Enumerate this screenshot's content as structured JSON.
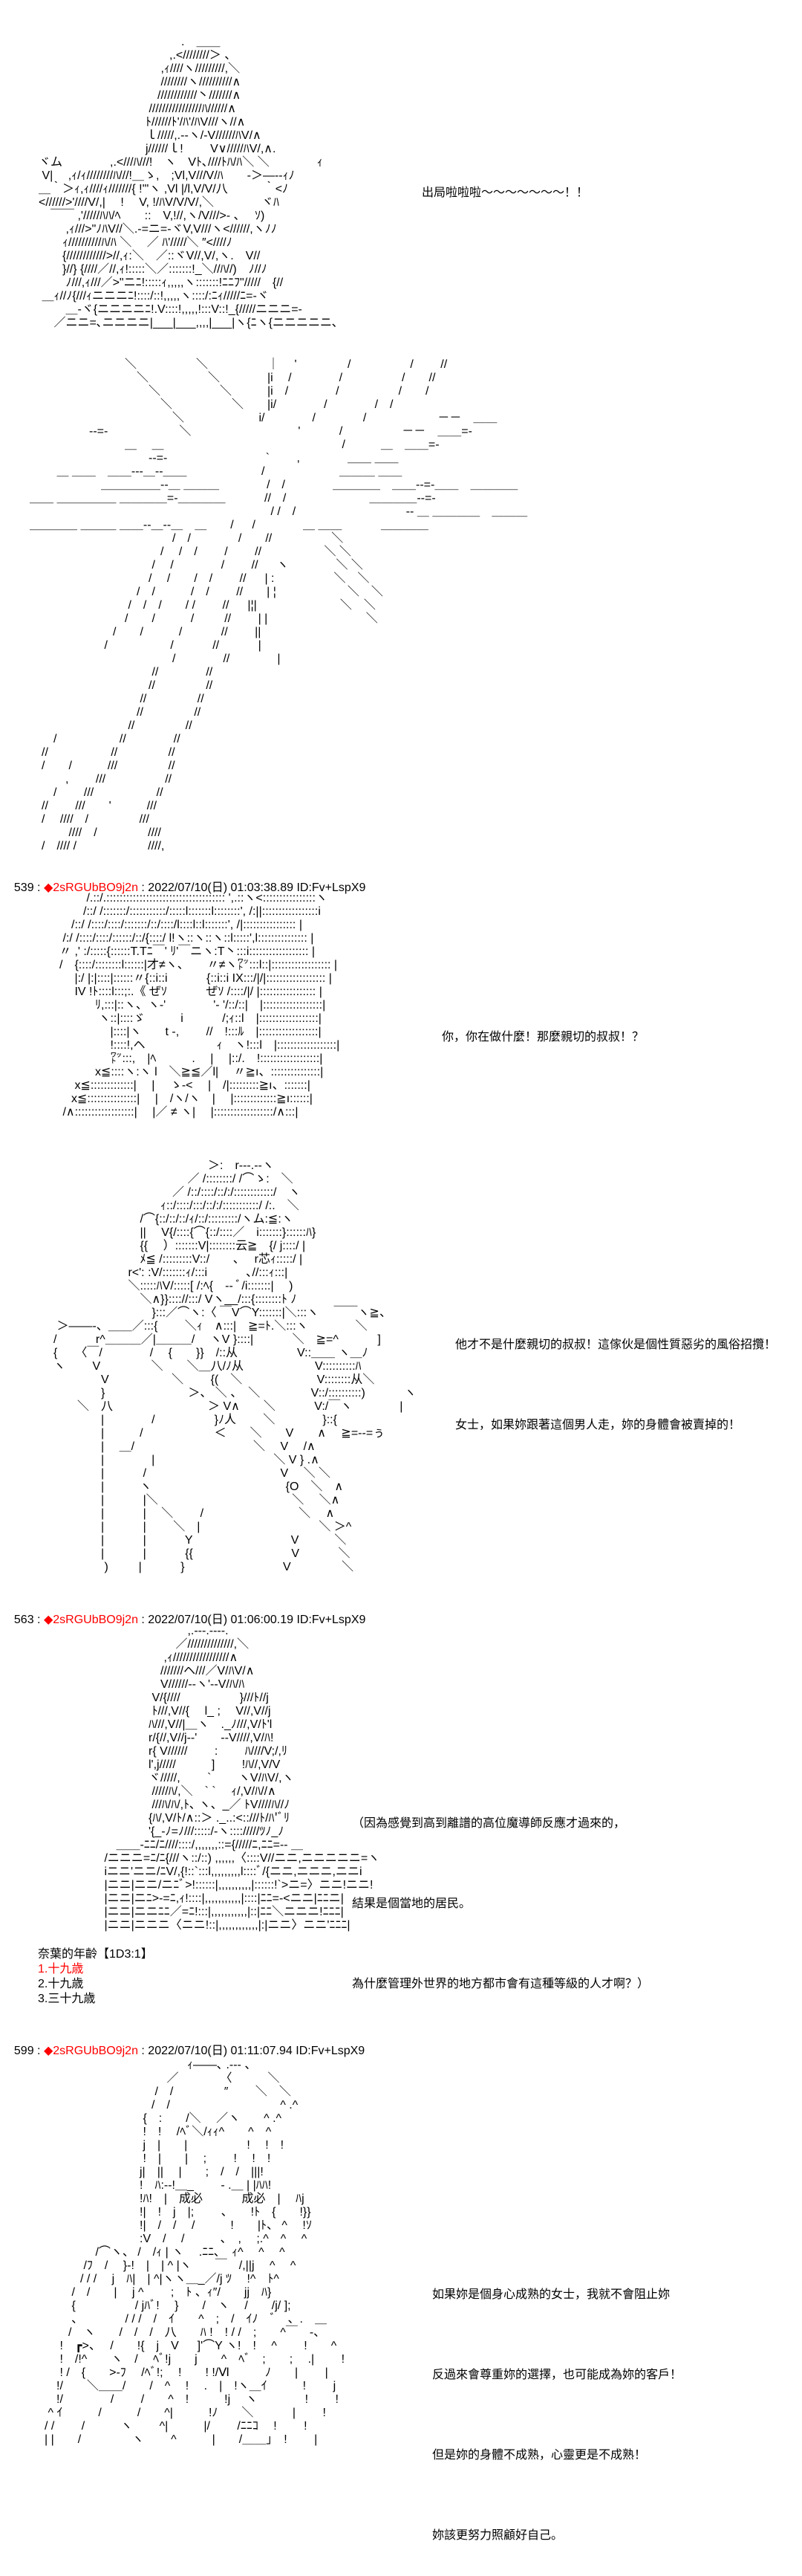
{
  "colors": {
    "trip": "#ff0000",
    "text": "#000000"
  },
  "posts": [
    {
      "number": "539",
      "sep": " : ",
      "trip": "◆2sRGUbBO9j2n",
      "meta": " : 2022/07/10(日) 01:03:38.89 ID:Fv+LspX9"
    },
    {
      "number": "563",
      "sep": " : ",
      "trip": "◆2sRGUbBO9j2n",
      "meta": " : 2022/07/10(日) 01:06:00.19 ID:Fv+LspX9"
    },
    {
      "number": "599",
      "sep": " : ",
      "trip": "◆2sRGUbBO9j2n",
      "meta": " : 2022/07/10(日) 01:11:07.94 ID:Fv+LspX9"
    }
  ],
  "dialogue": {
    "d1": "出局啦啦啦～～～～～～～！！",
    "d2": "你，你在做什麼！那麼親切的叔叔！？",
    "d3": [
      "他才不是什麼親切的叔叔！這傢伙是個性質惡劣的風俗招攬！",
      "女士，如果妳跟著這個男人走，妳的身體會被賣掉的！"
    ],
    "d4": [
      "（因為感覺到高到離譜的高位魔導師反應才過來的，",
      "結果是個當地的居民。",
      "為什麼管理外世界的地方都市會有這種等級的人才啊？）"
    ],
    "d5": [
      "如果妳是個身心成熟的女士，我就不會阻止妳",
      "反過來會尊重妳的選擇，也可能成為妳的客戶！",
      "但是妳的身體不成熟，心靈更是不成熟！",
      "妳該更努力照顧好自己。"
    ]
  },
  "dice": {
    "title": "奈葉的年齡【1D3:1】",
    "options": [
      "1.十九歳",
      "2.十九歳",
      "3.三十九歳"
    ],
    "selected_index": 0
  },
  "art": {
    "aa1": [
      "　　　　　　　　　　　　.　＿＿",
      "　　　　　　　　　　　,.<////////＞ 、",
      "　　　　　　　　　　 ,ｨ////ヽ/////////,＼",
      "　　　　　　　　　　 ////////ヽ//////////∧",
      "　　　　　　　　　　////////////丶///////∧",
      "　　　　　　　　　 ////////////////ﾊ//////∧",
      "　　　　　　　　　ﾄ//////ﾄ'/ﾊ'/ﾊV///ヽ//∧",
      "　　　　　　　　　ｌ/////,.-‐ヽ/‐V//////ﾊV/∧",
      "　　　　　　　　　j//////ｌ!　　 V∨/////ﾊV/,∧.",
      "ヾム　　　　,.<///ﾊ///!　ヽ　Vﾄ､////ﾄﾊ/ﾊ＼ ＼　　　　ｨ",
      " V|　 ,ｨ/ｨ////////ﾊ///!＿ゝ,　;Vl,V///V/ﾊ　　‐＞―‐-ｨﾉ",
      "＿｀＞ｨ,ｨ////ｨ///////{ !'\"ヽ ,Vl |/l,V/V/八　　　｀<ﾉ",
      "<//////>'////V/,|　 ! 　V, !/ﾊV/V/V/,＼　　　　ヾﾊ",
      "　￣￣ ,'/////ﾊﾊ/ﾍ　　::　V,!//,ヽ/V///>‐ 、　 ｿ)",
      "　　 ,ｨ///>\"ﾉﾊV//＼.‐=ニ=‐ヾV,V///ヽ<//////,ヽﾉﾉ",
      "　　ｨ//////////ﾊ/ﾊ ＼　 ／ ﾊ'/////＼ ″<////ﾉ",
      "　　{////////////>//,ｨ:＼　／::ヾV//,V/,ヽ.　V//",
      "　　}//} {////／//,ｨ!:::::＼／:::::::!_＼//ﾊ//)　ﾉ//ﾉ",
      "　　 ﾉ///,ｨ///／>\"ニﾆ!:::::ｨ,,,,,ヽ:::::::!ﾆﾆﾌ\"/////　{//",
      " ＿ｨ//ﾉ{///ｨニニニﾆ!::::/::!,,,,,ヽ::::/:ﾆｨ/////ﾆ=‐ヾ",
      "　　 ＿‐ヾ{ニニニニﾆ!.V::::!,,,,,!:::V::!_{/////ニニニ=-",
      "　 ／ニニ=､ニニニニ|___|___,,,,|___|ヽ{ﾆヽ{ニニニニニ､"
    ],
    "aa2": [
      "　　　　　　　　＼　　　　　＼　　　　　｜　 '　　　　 /　　　　　/　　 //",
      "　　　　　　　　　＼　　　　　＼　　　　|i　 /　　　　/　　　　　/　　//",
      "　　　　　　　　　　＼　　　　　＼　　　|i　/　　　　/　　　　　/　　/",
      "　　　　　　　　　　　＼　　　　　＼　　|i/　　　　/　　　　/　/",
      "　　　　　　　　　　　　＼　　　　　　 i/　　　　/　　　　/　　　　　　－－　＿＿",
      "　　　　　--=-　　　　　　＼　　　　　　　　　' 　　　/　　　　　－－　＿＿=-",
      "　　　　　　　　＿　 ＿　　　　　　　　　　　　　　　/　　　＿　＿＿=-",
      "　　　　　　　　　　--=-　　　　　　　　 ` 　　,　　　　＿＿ ＿＿",
      "　　 ＿ ＿＿　＿＿---＿--＿＿　　　　　　 /　　　　　　 ＿＿＿ ＿＿",
      "　　　　　　＿＿＿＿＿--＿ ＿＿＿　　　　/　/　　　　＿＿＿＿　＿＿--=-＿＿　＿＿＿＿",
      "＿＿ ＿＿＿＿＿ ＿＿＿＿=-＿＿＿＿　　　 //　/　　　　　　　＿＿＿＿--=-",
      "　　　　　　　　　　　　　　　　　　　　 / /　/　　　　　　　　　 -- ＿ ＿＿＿＿　＿＿＿",
      "＿＿＿＿ ＿＿＿ ＿＿--＿--＿　＿　　/ 　 /　　　　＿ ＿＿　　　 ＿＿＿＿",
      "　　　　　　　　　　　　/　/　　　　/　　//　　　　　＼",
      "　　　　　　　　　　　/　 /　/　　 /　　 //　　　　　 ＼ ＼",
      "　　　　　　　　　　 /　 /　　　　/　　 // 　 ヽ　　　　＼ ＼",
      "　　　　　　　　　　/ 　/　　/　/　　 // 　 | :　　　　　＼　＼",
      "　　　　　　　　　/　/　　　/　/　　 //　　| ¦　　　　　　＼　＼",
      "　　　　　　　　 /　/　/　　/ /　　 // 　 |¦|　　　　　　　＼　＼",
      "　　　　　　　　/　　/　　　/ 　　 //　　 | |　　　　　　　　 ＼",
      "　　　　　　　/　　/　　　/　　　 //　　 ||",
      "　　　　　　 /　　　　　 /　　　 //　　　 |",
      "　　　　　　　　　　　　/　　　　//　　　　|",
      "　　　　　　　　　　 //　　　　//",
      "　　　　　　　　　　//　　　　 //",
      "　　　　　　　　　 //　　　　 //",
      "　　　　　　　　　//　　　　 //",
      "　　　　　　　　 //　　　　 //",
      "　　/　　　　　 //　　　　//",
      "　//　　　　　 //　　　　 //",
      "　/　　/　　　///　　　　 //",
      "　　　,　　 ///　　　　　//",
      "　　/　　 ///　　　　　 //",
      "　//　　 ///　　'　　　///",
      "　/　 ////　/　　　　 ///",
      "　　　 ////　/　　　　 ////",
      "　/　//// /　　　　　　////,"
    ],
    "aa3": [
      "　　　　 /.::/.:::::::::::::::::::::::::::::::::::: ',.::ヽ<::::::::::::::::ヽ",
      "　　　　/::/ /:::::::/:::::::::::/:::::l:::::::l::::::::', /:||:::::::::::::::::i",
      "　　　/::/ /::::/::::/:::::::/::/::::/l::::l::l:::::::', /|:::::::::::::::: |",
      "　　 /:/ /::::/::::/::::::/::/{::::/ l!ヽ::ヽ::ヽ::l:::::',l::::::::::::::: |",
      "　　〃 ,' :/:::::{::::::T.Tﾆ￣' ﾘ'￣ニヽ:T丶:::i:::::::::::::::::: |",
      "　　/　{::::/::::::::l::::::|才≠ヽ、　　〃≠ヽ㍗:::l::|:::::::::::::::::: |",
      "　　　 |:/ |:|::::|::::::〃{::i::i　　　 {::i::i IX:::/|/|:::::::::::::::::: |",
      "　　　 IV !ﾄ::::l:::;:.《 ぜｿ　　　 ぜｿ /::::/|/ |::::::::::::::::: |",
      "　　　　　ﾘ,:::|::ヽ、ヽ‐'　　　　'‐ '/::/::|　|::::::::::::::::::|",
      "　　　　　 ヽ::|::::ゞ　　　i　　　 /;ｨ::l　|::::::::::::::::::|",
      "　　　　　　 |::::|ヽ　　t ‐,　　 //　!:::ﾙ　|::::::::::::::::::|",
      "　　　　　　 !::::!,ヘ　　　　　　ｨ　ヽ!:::l　|::::::::::::::::::|",
      "　　　　　　 ㍗:::,　|ﾍ　　　.　 |　 |::/.　!::::::::::::::::::|",
      "　　　　　x≦::::ヽ:ヽ l　＼≧≦／l|　 〃≧ı、:::::::::::::::|",
      "　　　 x≦:::::::::::::|　 |　 ゝ‐<　 |　/|:::::::::≧ı、:::::::|",
      "　　　x≦:::::::::::::::|　 |　/ヽ/ヽ　|　 |:::::::::::::≧ı::::::|",
      "　　 /∧::::::::::::::::::|　 |／ ≠ ヽ|　 |::::::::::::::::::/∧:::|"
    ],
    "aa4": [
      "　　　　　　　　　　　　　　　＞:　r‐‐‐.‐‐ヽ",
      "　　　　　　　　　　　　　 ／ /::::::::/ /⌒ゝ:　＼",
      "　　　　　　　　　　　　／ /::/::::/::/:/::::::::::::/　ヽ",
      "　　　　　　　　　　　ｨ::/::::/:::/::/:/:::::::::::/ /:.　＼",
      "　　　　　　　　　 /⌒{::/::/::/ｨ/::/:::::::::/ヽム:≦:ヽ",
      "　　　　　　　　　 ||　 V{/::::{⌒{::/::::／　i:::::::}::::::ﾊ}",
      "　　　　　　　　　 {{　 ）:::::::V|::::::::云≧　{/ j::::/ |",
      "　　　　　　　　　 ﾒ≦ /:::::::::V::/　　､　 r芯ｨ:::::/ |",
      "　　　　　　　　 r<': :V/:::::::ｨ/:::i　　　 ､//:::ｨ:::|",
      "　　　　　　　　 ＼:::::ﾊV/:::::[ /:ﾍ{　‐‐ ﾞ/i:::::::|　 )",
      "　　　　　　　　　 ＼∧}}:::://:::/ Vヽ__/:::{::::::::ﾄ ﾉ",
      "　　　　　　　　　　 }:::／⌒ヽ:〈 ￣V⌒Y:::::::|＼:::ヽ　 ￣￣ヽ≧、",
      "　　 ＞――‐、＿＿／:::{　　 ＼ｨ　∧:::|　≧=ﾄ.＼:::ヽ　　　　＼",
      "　　/　　　 r^＿＿＿／|＿＿＿/ 　ヽV }::::|　　　 ＼　≧=^　　　 ]",
      "　　{　　〈￣/　　　　/　 {　　}}　/::从　　　　　V::＿＿ ヽ＿ﾉ",
      "　　ヽ　　 V　　　　 ＼　　＼＿八/ﾉ从　　　　　　V::::::::::ﾊ",
      "　　　　　　V　　　　　 ＼　　 {(　＼　　　　　　 V::::::::从＼",
      "　　　　　　}　　　　　　　＞、 ＼ 、　＼　　　　 V::/::::::::::)　　　 ヽ",
      "　　　　＼　八　　　　　　　　＞ V∧　　＼　　　 V:/￣ヽ　　　　|",
      "　　　　　　|　　　　/　　　　　}ﾉ人　　 ＼　　　　}::{",
      "　　　　　　|　　　/　　　　　　＜　　＼　　V　　∧　 ≧=‐‐=ぅ",
      "　　　　　　|　 ＿/　　　　　　　　　　＼　 V　 /∧",
      "　　　　　　|　　　　|　　　　　　　　　　＼ V } .∧",
      "　　　　　　|　　　 /　　　　　　　　　　　 V　 ＼ ＼",
      "　　　　　　|　　　ヽ　　　　　　　　　　　 {O　＼　∧",
      "　　　　　　|　　　 |＼　　　　　　　　　　　 ＼　 ＼∧",
      "　　　　　　|　　　 |　 ＼　　 /　　　　　　　　＼　 ∧",
      "　　　　　　|　　　 |　　 ＼　|　　　　　　　　　　＼ ＞^",
      "　　　　　　|　　　 |　　　 Y　　　　　　　　 V　　　＼",
      "　　　　　　|　　　 |　　　 {{　　　　　　　　 V　　　 ＼",
      "　　　　　　 ) 　　 |　　　 }　　　　　　　　 V　　　　 ＼"
    ],
    "aa5": [
      "　　　　　　　　　　　　 ,.‐‐‐.‐‐‐‐.",
      "　　　　　　　　　　　 ／//////////////,＼",
      "　　　　　　　　　　 ,ｨ/////////////////∧",
      "　　　　　　　　　　///////ヘ///／V/ﾊV/∧",
      "　　　　　　　　　　V//////‐-ヽ'‐‐V/ﾊ/ﾊ",
      "　　　　　　　　　 V/{////　　　　　}///ﾄ//j",
      "　　　　　　　　　 ﾄ///,V//{　 l_ ;　 V//,V//j",
      "　　　　　　　　　ﾊ///,V//|＿ヽ　._ﾉ///,V/ﾄ'l",
      "　　　　　　　　　r/{//,V//j‐‐'　　‐‐V////,V/ﾊ!",
      "　　　　　　　　　r{ V//////　　 :　　 ﾊ////V;/,ﾘ",
      "　　　　　　　　　l',j/////　　　]　　 !ﾊ//,V/V",
      "　　　　　　　　　ヾ/////,　　 ` 　　ヽV/ﾊV/,ヽ",
      "　　　　　　　　　 /////ﾊ/,＼　` `　 ｨ/,V/ﾊ//∧",
      "　　　　　　　　　 ///ﾊ/ﾊ/,ﾄ､ ヽ、_／ ﾄV////ﾊ//ﾉ",
      "　　　　　　　　　{ﾊ/,V/ﾄ/∧::＞ ._..:<::///ﾄ/ﾊ'ﾞﾘ",
      "　　　　　　　　　'{_‐ﾉ=ﾉ///:::::/‐ヽ:::://///ﾂﾉ_ﾉ",
      "　　　　　　 ＿＿‐ﾆﾆ/ﾆ////::::/,,,,,,,::={/////ﾆ,ﾆﾆ=-‐ ＿",
      "　　　　　 /ニニニ=ﾆ/ﾆ{///ヽ::/::) ,,,,,,〈::::V//ニニ,ニニニニニ=ヽ",
      "　　　　　 iニニ'ニニ/ﾆV/,{!::`:::l,,,,,,,,,l::::ﾞ/{ニニ,ニニニ,ニニi",
      "　　　　　 |ニニ|ニニ/ニﾆﾞ>!::::::|,,,,,,,,,,|::::::!`>ニ=〉ニニ!ニニ!",
      "　　　　　 |ニニ|ニﾆ>‐=ﾆ,ｨ!::::|,,,,,,,,,,,|::::|ﾆﾆ=‐<ニニ|ﾆﾆニ|",
      "　　　　　 |ニニ|ニニﾆﾆ／=ﾆ!:::|,,,,,,,,,,,|::|ﾆﾆ＼ニニニ!ﾆﾆﾆ|",
      "　　　　　 |ニニ|ニニニ〈ニニ!::|,,,,,,,,,,,,|:|ニニ〉ニニ'ﾆﾆﾆ|"
    ],
    "aa6": [
      "　　　　　　　　　　　　　ｨ――､ .‐‐‐ 、",
      "　　　　　　　　　　　 ／　　　　〈　　　＼",
      "　　　　　　　　　　 /　/　　　　 ″　　 ＼　＼",
      "　　　　　　　　　　/　/　　　　　　　　　 ^ .^",
      "　　　　　　　　　 {　:　　/＼　 ／ヽ　　^ .^",
      "　　　　　　　　　 !　!　 /ﾍﾞ＼/ｨｨ^　　^　^",
      "　　　　　　　　　 j　|　　|　　　　　!　 !　!",
      "　　　　　　　　　 !　|　　|　 ;　　 !　 !　!",
      "　　　　　　　　　j|　||　 |　　;　/　/　|||!",
      "　　　　　　　　　!　ﾊ:-‐!＿_　　 - .＿ | |ﾊﾊ!",
      "　　　　　　　　　!ﾊ!　|　成必　　　 成必　|　 ﾊj",
      "　　　　　　　　　!|　!　j　|;　　 、　　!ﾄ　{　　!}}",
      "　　　　　　　　　!|　/　/　 /　　　!　　|ﾄ、 ^　 !ｿ",
      "　　　　　　　　　:V　/　 /　　　、　,　 ;.^　^　 ^",
      "　　　　　 /⌒ヽ、 /　/ｨ | ヽ　 .ﾆﾆ､　ｨ^　 ^　 ^",
      "　　　　 /ﾌ　/　 }-!　|　| ^ |ヽ　　￣　/,||j　 ^　 ^",
      "　　　　/ / /　 j　ﾊ|　| ^|ヽヽ＿_／/j ﾂ　 !^　ﾄ^",
      "　　　 /　/　　|　 j ^　　 ;　ﾄ 、ｨ″/　　jj　ﾊ}",
      "　　　 {　　　　　/ jﾊﾞ!　 }　　/　ヽ　 /　　/j/ ];",
      "　　　 ､　　　　/ / /　/　ｲ　　^　;　/　ｲﾉ　ﾞ　、.　＿",
      "　　　/　ヽ　　/　/　/　八　　ﾊ !　! / /　;　　^￣　‐、",
      "　　 !　┏>、　 /　　!{　j　V 　 ]'⌒Y ヽ!　!　 ^　　 !　　^",
      "　　 !　/!^　　ヽ　/　 ﾍﾞ!j　　j　　^　ﾍﾞ　;　　;　 .|　　 !",
      "　　 ! /　{　　>‐ﾌ　 /ﾍﾞ!;　 !　　! !/Ⅵ　　　ﾉ　　|　　 |",
      "　　!/　　＼＿＿/　　/　^　 !　 .　|　!ヽ＿ｲ　　　!　　 j",
      "　　!/　　　　/　　 /　　^　!　　　!j　 ヽ　　　　!　　 !",
      "　 ^ ｲ　　　/　　　/　　^|　　　!ﾉ　　＼　　　 |　　 !",
      "　/ /　　 /　　　ヽ　　 ^|　　　|/　　 /ﾆﾆｺ　 !　　 !",
      "　| |　　/　　　　 ヽ　　 ^　　　|　　/＿＿」　!　　 |"
    ]
  }
}
